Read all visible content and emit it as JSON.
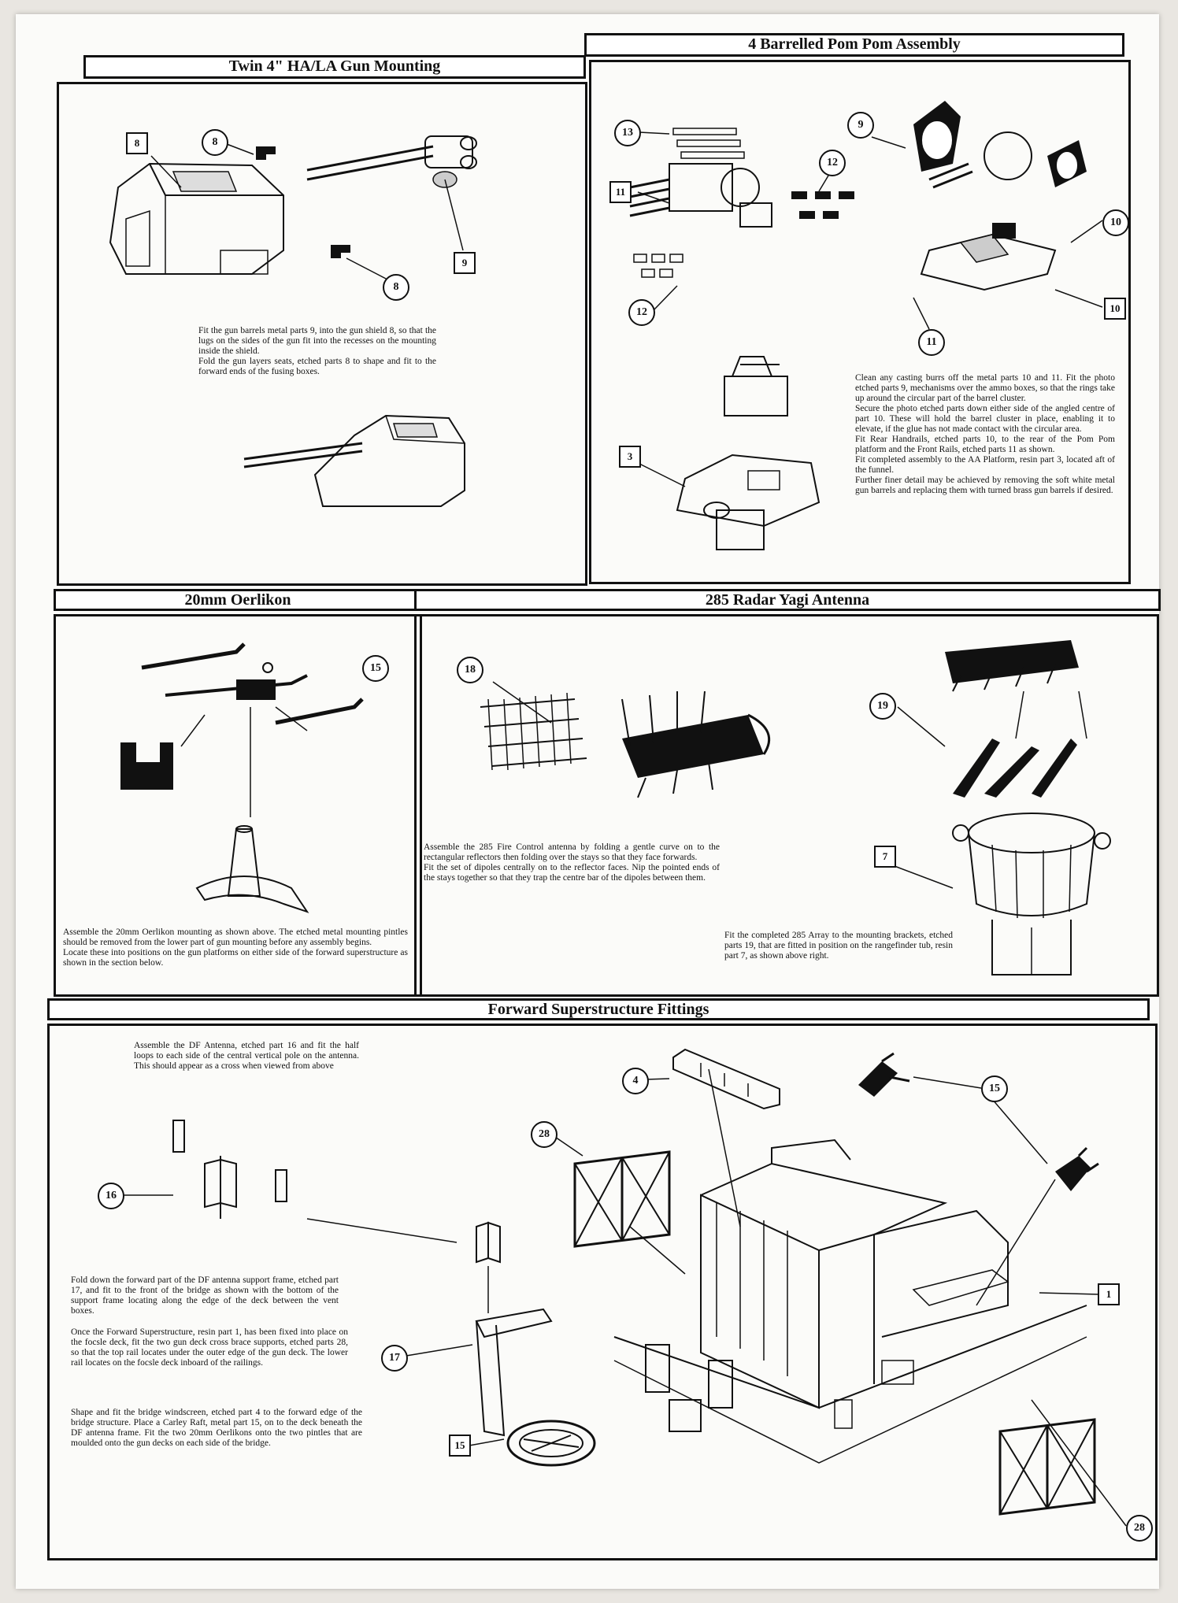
{
  "sections": {
    "gun": {
      "title": "Twin 4\" HA/LA Gun Mounting",
      "caption": "Fit the gun barrels metal parts 9, into the gun shield 8, so that the lugs on the sides of the gun fit into the recesses on the mounting inside the shield.",
      "caption2": "Fold the gun layers seats, etched parts 8 to shape and fit to the forward ends of the fusing boxes.",
      "callouts": [
        "8",
        "8",
        "8",
        "9"
      ]
    },
    "pompom": {
      "title": "4 Barrelled Pom Pom Assembly",
      "caption": "Clean any casting burrs off the metal parts 10 and 11. Fit the photo etched parts 9, mechanisms over the ammo boxes, so that the rings take up around the circular part of the barrel cluster.",
      "caption2": "Secure the photo etched parts down either side of the angled centre of part 10. These will hold the barrel cluster in place, enabling it to elevate, if the glue has not made contact with the circular area.",
      "caption3": "Fit Rear Handrails, etched parts 10, to the rear of the Pom Pom platform and the Front Rails, etched parts 11 as shown.",
      "caption4": "Fit completed assembly to the AA Platform, resin part 3, located aft of the funnel.",
      "caption5": "Further finer detail may be achieved by removing the soft white metal gun barrels and replacing them with turned brass gun barrels if desired.",
      "callouts": [
        "13",
        "11",
        "12",
        "12",
        "9",
        "10",
        "10",
        "11",
        "3"
      ]
    },
    "oerlikon": {
      "title": "20mm Oerlikon",
      "caption": "Assemble the 20mm Oerlikon mounting as shown above. The etched metal mounting pintles should be removed from the lower part of gun mounting before any assembly begins.",
      "caption2": "Locate these into positions on the gun platforms on either side of the forward superstructure as shown in the section below.",
      "callouts": [
        "15"
      ]
    },
    "radar": {
      "title": "285 Radar Yagi Antenna",
      "caption": "Assemble the 285 Fire Control antenna by folding a gentle curve on to the rectangular reflectors then folding over the stays so that they face forwards.",
      "caption2": "Fit the set of dipoles centrally on to the reflector faces. Nip the pointed ends of the stays together so that they trap the centre bar of the dipoles between them.",
      "caption3": "Fit the completed 285 Array to the mounting brackets, etched parts 19, that are fitted in position on the rangefinder tub, resin part 7, as shown above right.",
      "callouts": [
        "18",
        "19",
        "7"
      ]
    },
    "forward": {
      "title": "Forward Superstructure Fittings",
      "caption": "Assemble the DF Antenna, etched part 16 and fit the half loops to each side of the central vertical pole on the antenna. This should appear as a cross when viewed from above",
      "caption2": "Fold down the forward part of the DF antenna support frame, etched part 17, and fit to the front of the bridge as shown with the bottom of the support frame locating along the edge of the deck between the vent boxes.",
      "caption3": "Once the Forward Superstructure, resin part 1, has been fixed into place on the focsle deck, fit the two gun deck cross brace supports, etched parts 28, so that the top rail locates under the outer edge of the gun deck. The lower rail locates on the focsle deck inboard of the railings.",
      "caption4": "Shape and fit the bridge windscreen, etched part 4 to the forward edge of the bridge structure. Place a Carley Raft, metal part 15, on to the deck beneath the DF antenna frame. Fit the two 20mm Oerlikons onto the two pintles that are moulded onto the gun decks on each side of the bridge.",
      "callouts": [
        "4",
        "15",
        "28",
        "16",
        "1",
        "17",
        "15",
        "28"
      ]
    }
  }
}
